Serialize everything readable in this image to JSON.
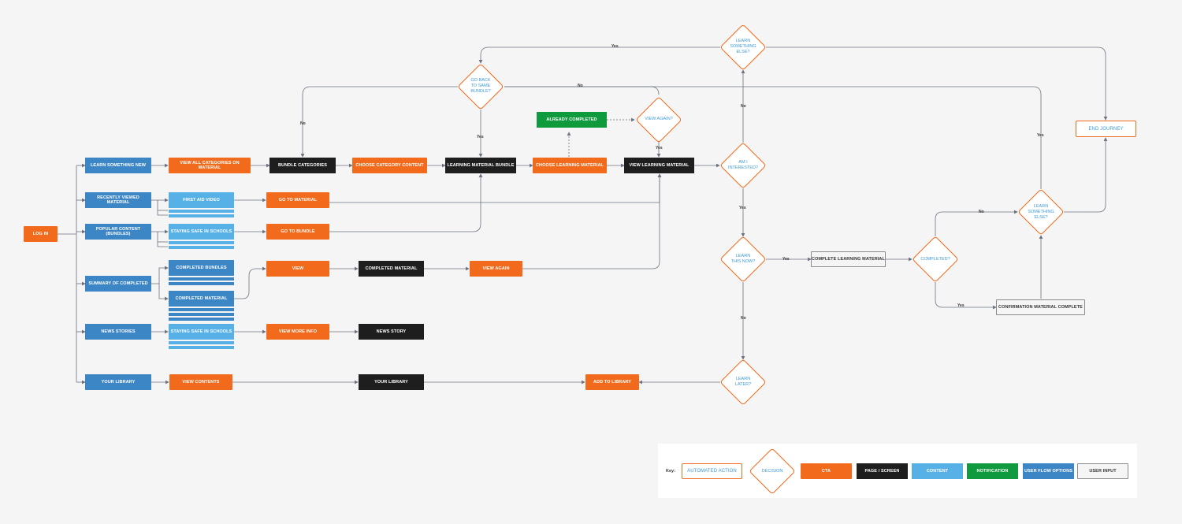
{
  "nodes": {
    "log_in": "LOG IN",
    "learn_new": "LEARN SOMETHING NEW",
    "recently_viewed": "RECENTLY VIEWED MATERIAL",
    "popular_content": "POPULAR CONTENT (BUNDLES)",
    "summary_completed": "SUMMARY OF COMPLETED",
    "news_stories": "NEWS STORIES",
    "your_library": "YOUR LIBRARY",
    "view_all_categories": "VIEW ALL CATEGORIES ON MATERIAL",
    "bundle_categories": "BUNDLE CATEGORIES",
    "choose_category": "CHOOSE CATEGORY CONTENT",
    "learning_bundle": "LEARNING MATERIAL BUNDLE",
    "choose_learning": "CHOOSE LEARNING MATERIAL",
    "view_learning": "VIEW LEARNING MATERIAL",
    "already_completed": "ALREADY COMPLETED",
    "first_aid_video": "FIRST AID VIDEO",
    "go_to_material": "GO TO MATERIAL",
    "staying_safe_1": "STAYING SAFE IN SCHOOLS",
    "go_to_bundle": "GO TO BUNDLE",
    "completed_bundles": "COMPLETED BUNDLES",
    "completed_material_content": "COMPLETED MATERIAL",
    "view": "VIEW",
    "completed_material_page": "COMPLETED MATERIAL",
    "view_again_cta": "VIEW AGAIN",
    "staying_safe_2": "STAYING SAFE IN SCHOOLS",
    "view_more_info": "VIEW MORE INFO",
    "news_story": "NEWS STORY",
    "view_contents": "VIEW CONTENTS",
    "your_library_page": "YOUR LIBRARY",
    "add_to_library": "ADD TO LIBRARY",
    "complete_learning": "COMPLETE LEARNING MATERIAL",
    "confirmation": "CONFIRMATION MATERIAL COMPLETE",
    "end_journey": "END JOURNEY"
  },
  "decisions": {
    "learn_else_top": "LEARN\nSOMETHING\nELSE?",
    "go_back": "GO BACK\nTO SAME\nBUNDLE?",
    "view_again": "VIEW AGAIN?",
    "am_interested": "AM I\nINTERESTED?",
    "learn_now": "LEARN\nTHIS NOW?",
    "completed": "COMPLETED?",
    "learn_else_right": "LEARN\nSOMETHING\nELSE?",
    "learn_later": "LEARN\nLATER?"
  },
  "edge_labels": {
    "yes": "Yes",
    "no": "No"
  },
  "legend": {
    "title": "Key:",
    "automated": "AUTOMATED ACTION",
    "decision": "DECISION",
    "cta": "CTA",
    "page": "PAGE / SCREEN",
    "content": "CONTENT",
    "notification": "NOTIFICATION",
    "user_flow": "USER FLOW OPTIONS",
    "user_input": "USER INPUT"
  },
  "colors": {
    "orange": "#f26a1b",
    "black": "#1e1e1e",
    "blue": "#3d86c6",
    "light_blue": "#57b1e6",
    "green": "#109a3e",
    "decision_text": "#3d9be0"
  }
}
